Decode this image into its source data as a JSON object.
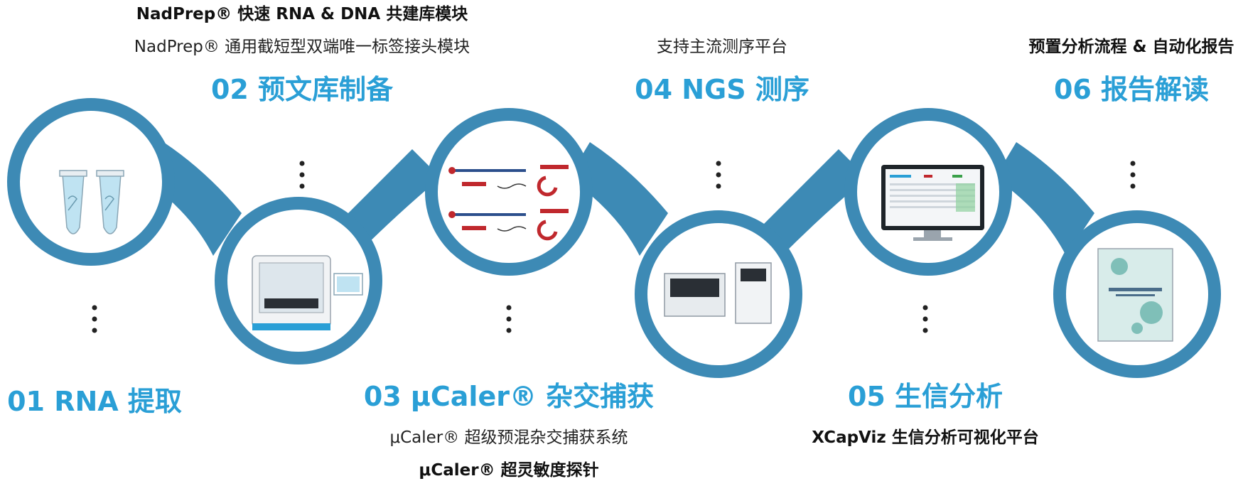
{
  "colors": {
    "ring": "#3d8ab5",
    "accent": "#2a9fd6",
    "text": "#222222"
  },
  "steps": [
    {
      "title": "01 RNA 提取",
      "lines": []
    },
    {
      "title": "02 预文库制备",
      "lines": [
        "NadPrep® 快速 RNA & DNA 共建库模块",
        "NadPrep® 通用截短型双端唯一标签接头模块"
      ]
    },
    {
      "title": "03 μCaler® 杂交捕获",
      "lines": [
        "μCaler® 超级预混杂交捕获系统",
        "μCaler® 超灵敏度探针"
      ]
    },
    {
      "title": "04 NGS 测序",
      "lines": [
        "支持主流测序平台"
      ]
    },
    {
      "title": "05 生信分析",
      "lines": [
        "XCapViz 生信分析可视化平台"
      ]
    },
    {
      "title": "06 报告解读",
      "lines": [
        "预置分析流程 & 自动化报告"
      ]
    }
  ]
}
